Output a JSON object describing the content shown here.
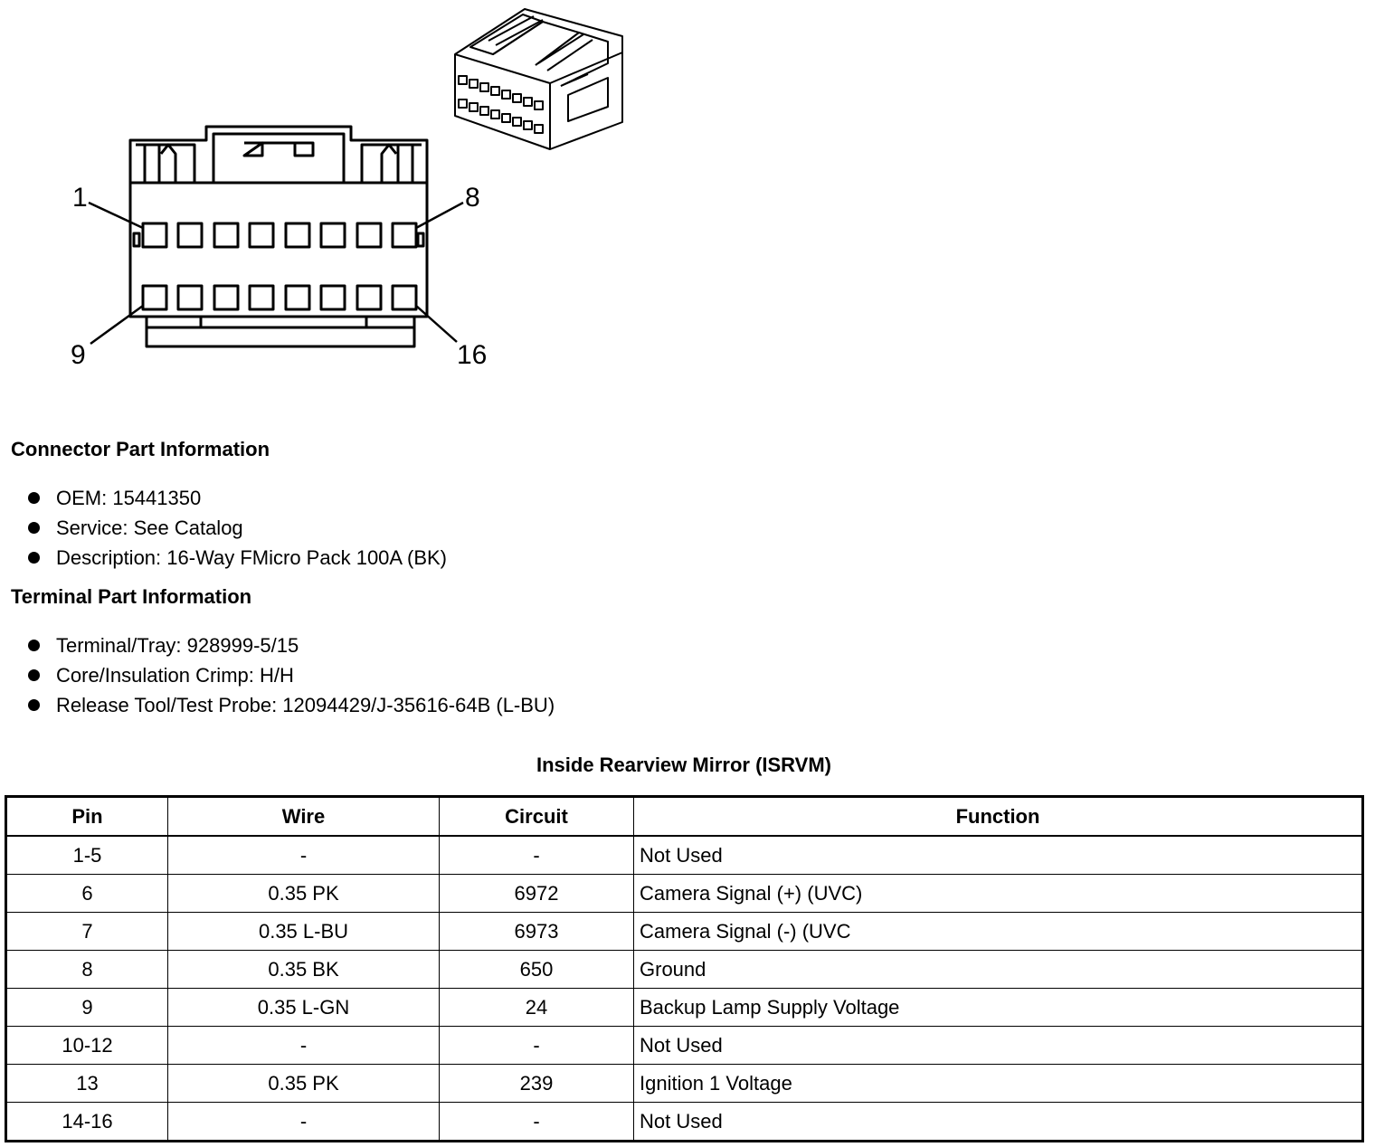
{
  "diagram": {
    "pin_labels": {
      "top_left": "1",
      "top_right": "8",
      "bottom_left": "9",
      "bottom_right": "16"
    }
  },
  "connector_info": {
    "title": "Connector Part Information",
    "items": [
      "OEM: 15441350",
      "Service: See Catalog",
      "Description: 16-Way FMicro Pack 100A (BK)"
    ]
  },
  "terminal_info": {
    "title": "Terminal Part Information",
    "items": [
      "Terminal/Tray: 928999-5/15",
      "Core/Insulation Crimp: H/H",
      "Release Tool/Test Probe: 12094429/J-35616-64B (L-BU)"
    ]
  },
  "pin_table": {
    "title": "Inside Rearview Mirror (ISRVM)",
    "headers": [
      "Pin",
      "Wire",
      "Circuit",
      "Function"
    ],
    "rows": [
      [
        "1-5",
        "-",
        "-",
        "Not Used"
      ],
      [
        "6",
        "0.35 PK",
        "6972",
        "Camera Signal (+) (UVC)"
      ],
      [
        "7",
        "0.35 L-BU",
        "6973",
        "Camera Signal (-) (UVC"
      ],
      [
        "8",
        "0.35 BK",
        "650",
        "Ground"
      ],
      [
        "9",
        "0.35 L-GN",
        "24",
        "Backup Lamp Supply Voltage"
      ],
      [
        "10-12",
        "-",
        "-",
        "Not Used"
      ],
      [
        "13",
        "0.35 PK",
        "239",
        "Ignition 1 Voltage"
      ],
      [
        "14-16",
        "-",
        "-",
        "Not Used"
      ]
    ]
  }
}
